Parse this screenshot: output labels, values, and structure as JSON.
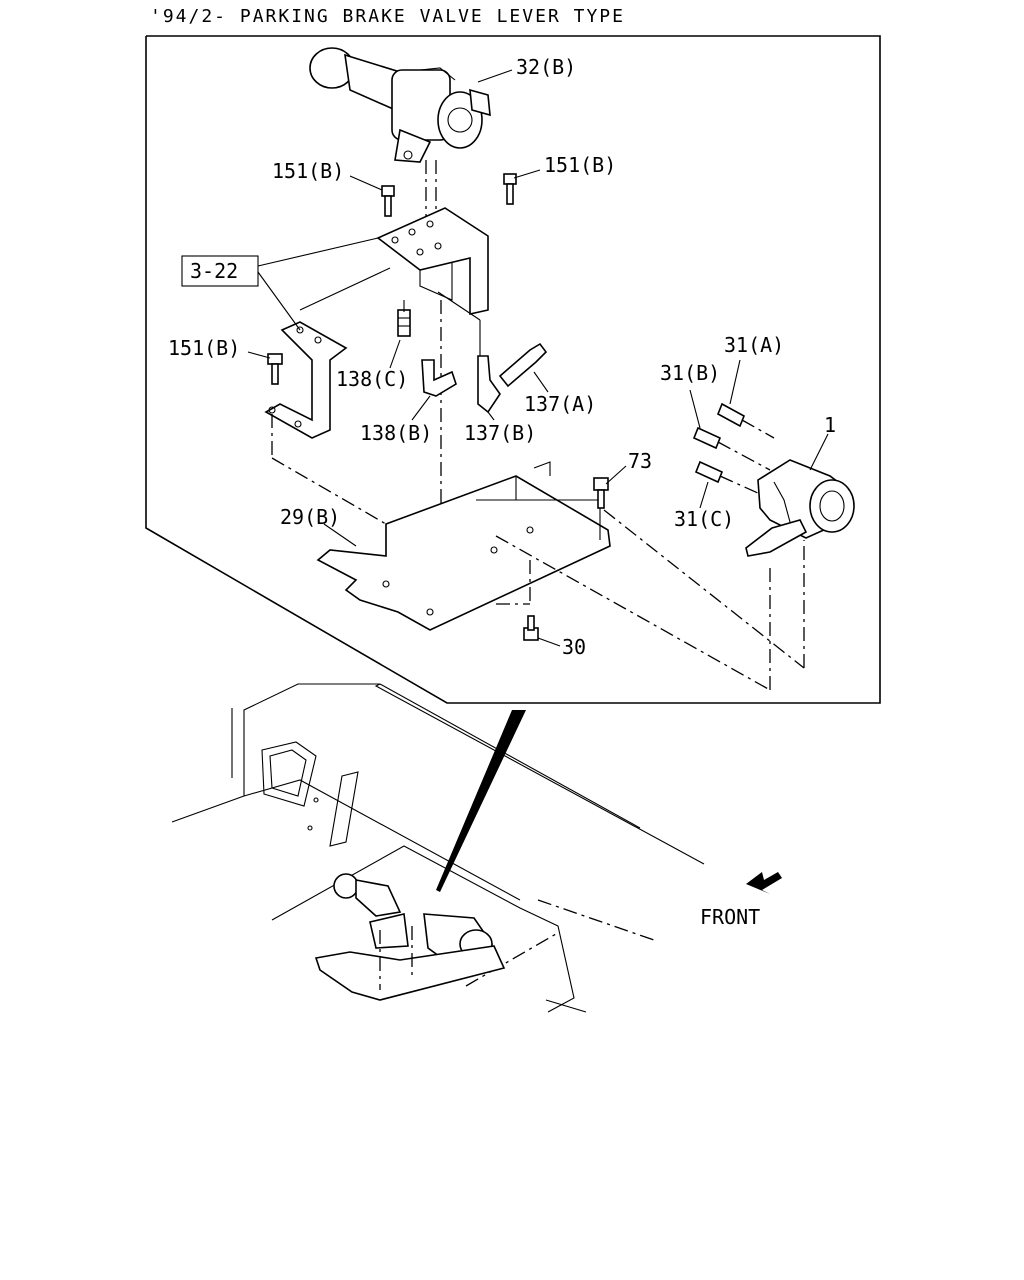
{
  "title": "'94/2- PARKING BRAKE VALVE LEVER TYPE",
  "callouts": {
    "c32b": "32(B)",
    "c151b_left": "151(B)",
    "c151b_right": "151(B)",
    "c151b_lower": "151(B)",
    "c322": "3-22",
    "c138c": "138(C)",
    "c138b": "138(B)",
    "c137a": "137(A)",
    "c137b": "137(B)",
    "c31a": "31(A)",
    "c31b": "31(B)",
    "c31c": "31(C)",
    "c1": "1",
    "c73": "73",
    "c29b": "29(B)",
    "c30": "30"
  },
  "front_label": "FRONT"
}
